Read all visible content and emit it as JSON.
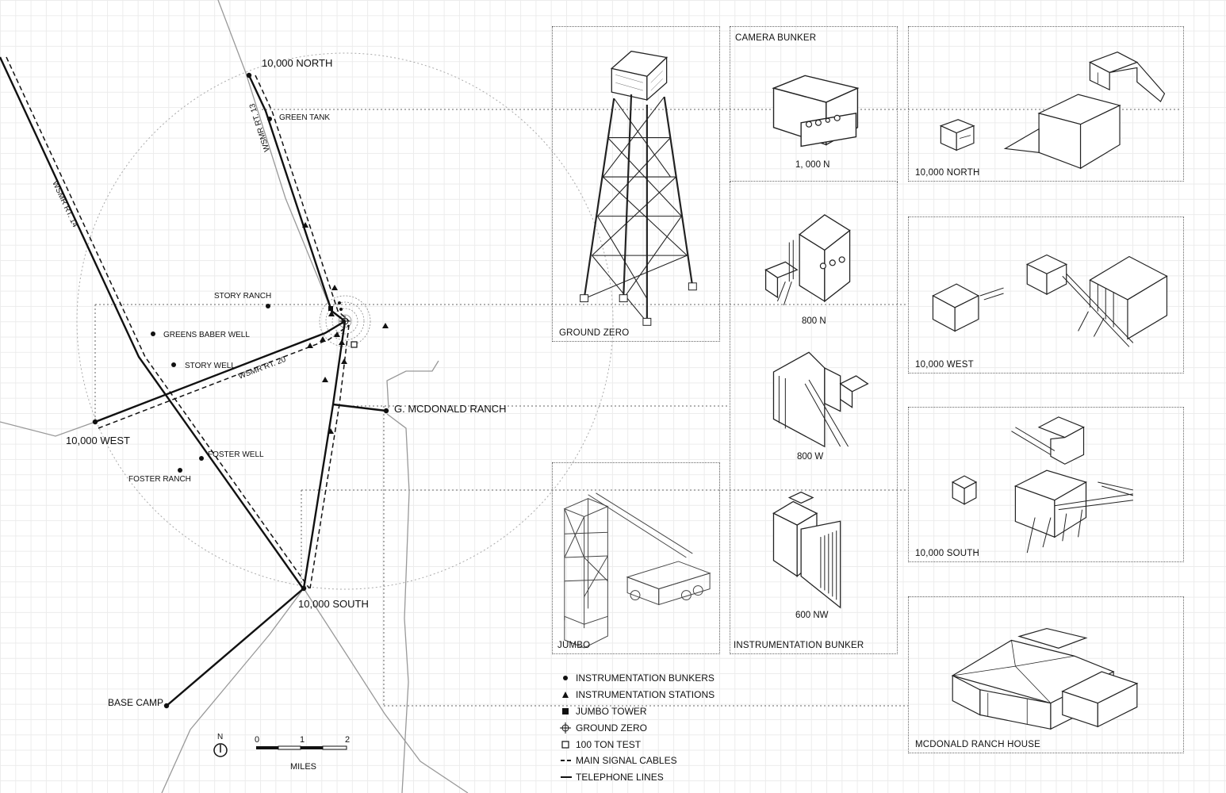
{
  "map": {
    "places": {
      "north_10000": "10,000 NORTH",
      "green_tank": "GREEN TANK",
      "story_ranch": "STORY RANCH",
      "greens_baber_well": "GREENS BABER WELL",
      "story_well": "STORY WELL",
      "west_10000": "10,000 WEST",
      "foster_well": "FOSTER WELL",
      "foster_ranch": "FOSTER RANCH",
      "g_mcdonald_ranch": "G. MCDONALD RANCH",
      "south_10000": "10,000 SOUTH",
      "base_camp": "BASE CAMP"
    },
    "roads": {
      "wsmr_20": "WSMR RT. 20",
      "wsmr_13": "WSMR RT. 13",
      "wsmr_14": "WSMR RT. 14"
    }
  },
  "scale": {
    "north": "N",
    "ticks": [
      "0",
      "1",
      "2"
    ],
    "unit": "MILES"
  },
  "legend": [
    {
      "symbol": "dot",
      "label": "INSTRUMENTATION BUNKERS"
    },
    {
      "symbol": "triangle",
      "label": "INSTRUMENTATION STATIONS"
    },
    {
      "symbol": "square",
      "label": "JUMBO TOWER"
    },
    {
      "symbol": "crosshair",
      "label": "GROUND ZERO"
    },
    {
      "symbol": "open-square",
      "label": "100 TON TEST"
    },
    {
      "symbol": "dashed",
      "label": "MAIN SIGNAL CABLES"
    },
    {
      "symbol": "solid",
      "label": "TELEPHONE LINES"
    }
  ],
  "panels": {
    "ground_zero": "GROUND ZERO",
    "camera_bunker": "CAMERA BUNKER",
    "n1000": "1, 000 N",
    "north_10000": "10,000 NORTH",
    "n800": "800 N",
    "west_10000": "10,000 WEST",
    "w800": "800 W",
    "south_10000": "10,000 SOUTH",
    "jumbo": "JUMBO",
    "nw600": "600 NW",
    "instrumentation_bunker": "INSTRUMENTATION BUNKER",
    "mcdonald_ranch_house": "MCDONALD RANCH HOUSE"
  }
}
